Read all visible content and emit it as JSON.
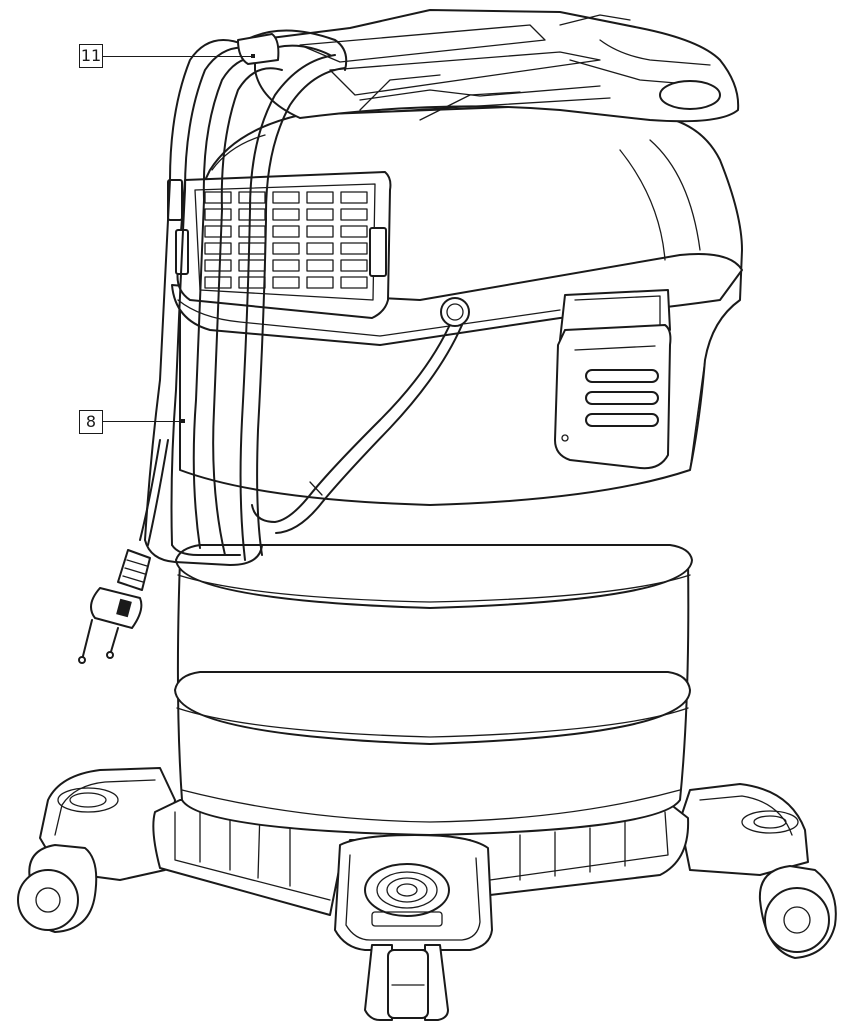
{
  "callouts": [
    {
      "id": "11",
      "label": "11"
    },
    {
      "id": "8",
      "label": "8"
    }
  ],
  "colors": {
    "line": "#1a1a1a",
    "background": "#ffffff"
  }
}
